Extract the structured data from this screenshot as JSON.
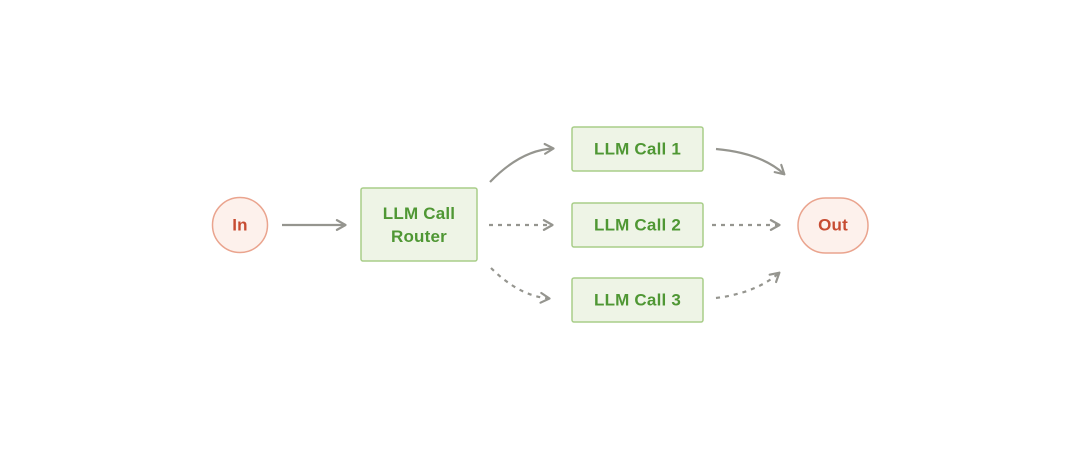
{
  "diagram": {
    "type": "workflow-routing-diagram",
    "background": "#ffffff",
    "colors": {
      "green_fill": "#eef4e6",
      "green_border": "#a8cd88",
      "green_text": "#4f9734",
      "pink_fill": "#fdf1ec",
      "pink_border": "#eaa48e",
      "red_text": "#c74c32",
      "arrow_gray": "#95958f"
    },
    "nodes": {
      "in": {
        "label": "In",
        "shape": "circle"
      },
      "router": {
        "label_line1": "LLM Call",
        "label_line2": "Router",
        "shape": "rectangle"
      },
      "call1": {
        "label": "LLM Call 1",
        "shape": "rectangle"
      },
      "call2": {
        "label": "LLM Call 2",
        "shape": "rectangle"
      },
      "call3": {
        "label": "LLM Call 3",
        "shape": "rectangle"
      },
      "out": {
        "label": "Out",
        "shape": "pill"
      }
    },
    "edges": [
      {
        "from": "in",
        "to": "router",
        "style": "solid"
      },
      {
        "from": "router",
        "to": "call1",
        "style": "solid"
      },
      {
        "from": "router",
        "to": "call2",
        "style": "dashed"
      },
      {
        "from": "router",
        "to": "call3",
        "style": "dashed"
      },
      {
        "from": "call1",
        "to": "out",
        "style": "solid"
      },
      {
        "from": "call2",
        "to": "out",
        "style": "dashed"
      },
      {
        "from": "call3",
        "to": "out",
        "style": "dashed"
      }
    ]
  }
}
